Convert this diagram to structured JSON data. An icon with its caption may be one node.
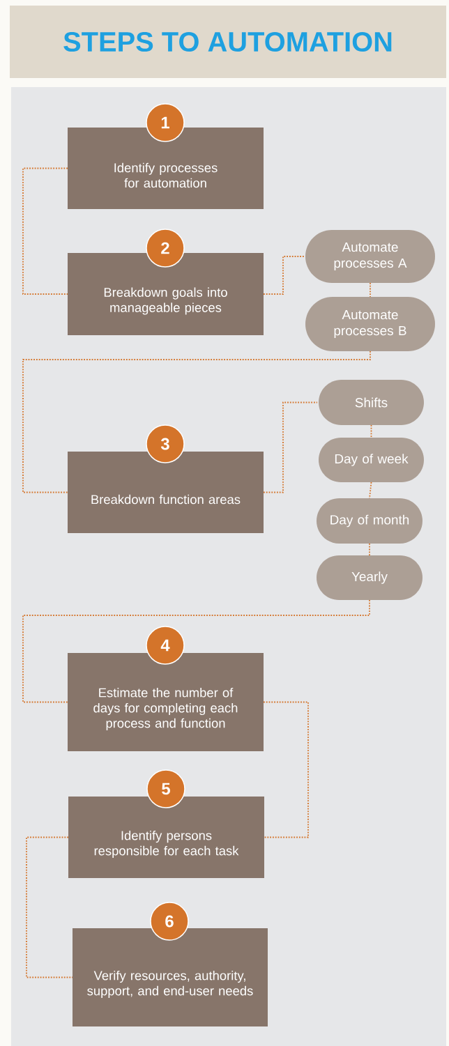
{
  "diagram": {
    "title": "STEPS TO AUTOMATION",
    "nodes": [
      {
        "text": [
          "1",
          "Identify processes for automation"
        ]
      },
      {
        "text": [
          "2",
          "Breakdown goals into manageable pieces"
        ]
      },
      {
        "text": [
          "Automate processes A"
        ]
      },
      {
        "text": [
          "Automate processes B"
        ]
      },
      {
        "text": [
          "3",
          "Breakdown function areas"
        ]
      },
      {
        "text": [
          "Shifts"
        ]
      },
      {
        "text": [
          "Day of week"
        ]
      },
      {
        "text": [
          "Day of month"
        ]
      },
      {
        "text": [
          "Yearly"
        ]
      },
      {
        "text": [
          "4",
          "Estimate the number of days for completing each process and function"
        ]
      },
      {
        "text": [
          "5",
          "Identify persons responsible for each task"
        ]
      },
      {
        "text": [
          "6",
          "Verify resources, authority, support, and end-user needs"
        ]
      }
    ],
    "edges": [
      {
        "from": 0,
        "to": 1,
        "arrow": "none"
      },
      {
        "from": 1,
        "to": 2,
        "arrow": "none"
      },
      {
        "from": 2,
        "to": 3,
        "arrow": "none"
      },
      {
        "from": 3,
        "to": 4,
        "arrow": "none"
      },
      {
        "from": 4,
        "to": 5,
        "arrow": "none"
      },
      {
        "from": 5,
        "to": 6,
        "arrow": "none"
      },
      {
        "from": 6,
        "to": 7,
        "arrow": "none"
      },
      {
        "from": 7,
        "to": 8,
        "arrow": "none"
      },
      {
        "from": 8,
        "to": 9,
        "arrow": "none"
      },
      {
        "from": 9,
        "to": 10,
        "arrow": "none"
      },
      {
        "from": 10,
        "to": 11,
        "arrow": "none"
      }
    ]
  }
}
